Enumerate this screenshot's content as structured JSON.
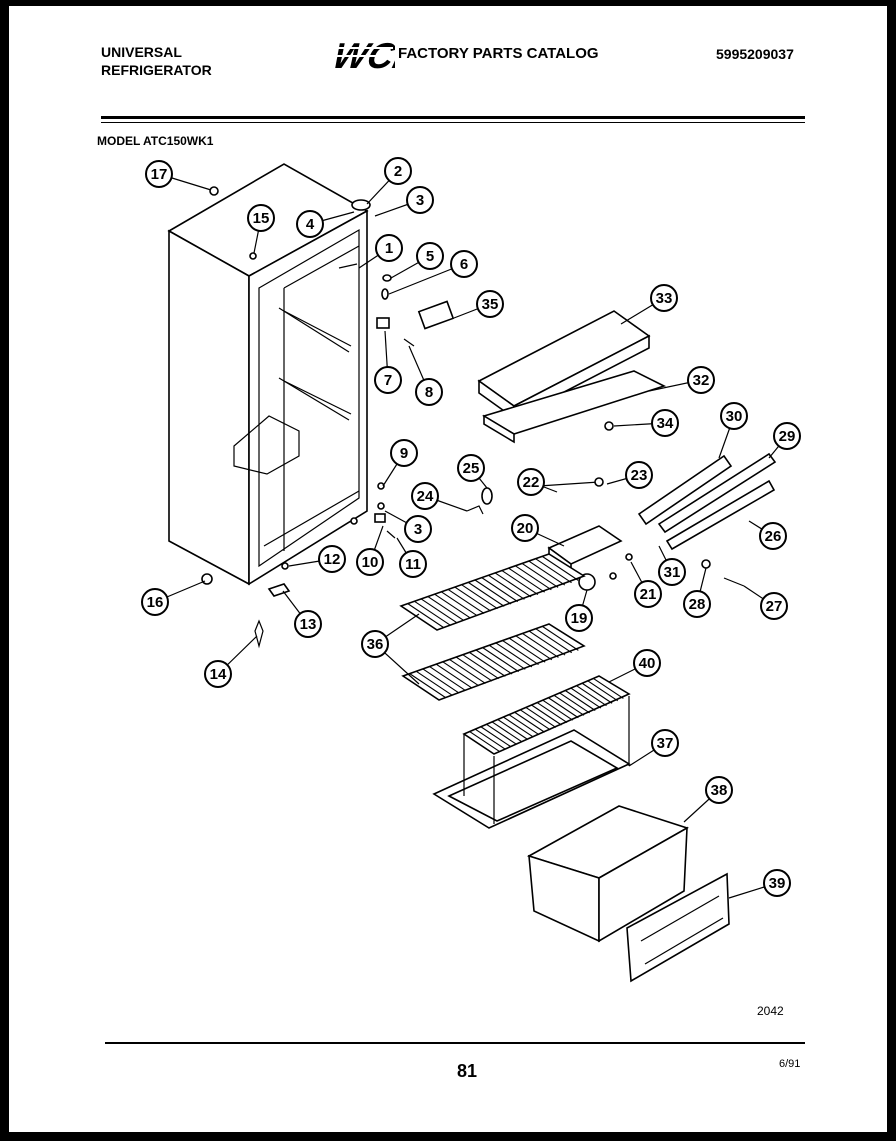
{
  "header": {
    "company_line1": "UNIVERSAL",
    "company_line2": "REFRIGERATOR",
    "logo_text": "WCI",
    "catalog_title": "FACTORY PARTS CATALOG",
    "catalog_number": "5995209037"
  },
  "model_label": "MODEL ATC150WK1",
  "callouts": [
    "1",
    "2",
    "3",
    "4",
    "5",
    "6",
    "7",
    "8",
    "9",
    "3",
    "10",
    "11",
    "12",
    "13",
    "14",
    "15",
    "16",
    "17",
    "19",
    "20",
    "21",
    "22",
    "23",
    "24",
    "25",
    "26",
    "27",
    "28",
    "29",
    "30",
    "31",
    "32",
    "33",
    "34",
    "35",
    "36",
    "37",
    "38",
    "39",
    "40"
  ],
  "footer": {
    "figure_ref": "2042",
    "page_number": "81",
    "date": "6/91"
  }
}
